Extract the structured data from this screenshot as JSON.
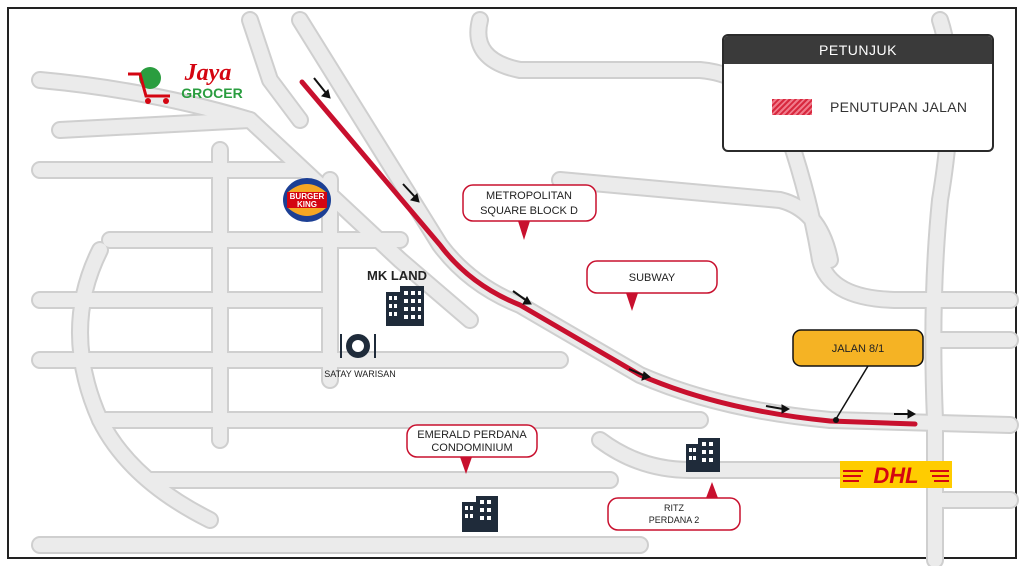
{
  "legend": {
    "title": "PETUNJUK",
    "item_label": "PENUTUPAN JALAN",
    "closure_color": "#c8102e"
  },
  "brands": {
    "jaya_word": "Jaya",
    "grocer_word": "GROCER",
    "burger_word": "BURGER",
    "king_word": "KING",
    "dhl_word": "DHL"
  },
  "landmarks": {
    "metropolitan_line1": "METROPOLITAN",
    "metropolitan_line2": "SQUARE BLOCK D",
    "subway": "SUBWAY",
    "mk_land": "MK LAND",
    "satay_warisan": "SATAY WARISAN",
    "emerald_line1": "EMERALD PERDANA",
    "emerald_line2": "CONDOMINIUM",
    "ritz_line1": "RITZ",
    "ritz_line2": "PERDANA 2",
    "jalan": "JALAN 8/1"
  },
  "colors": {
    "road": "#e4e4e4",
    "road_edge": "#cfcfcf",
    "closure": "#c8102e",
    "jalan_fill": "#f5b324",
    "dhl_yellow": "#ffcc00",
    "dhl_red": "#d40511"
  },
  "icons": [
    "building-icon",
    "restaurant-icon",
    "direction-arrow-icon"
  ]
}
